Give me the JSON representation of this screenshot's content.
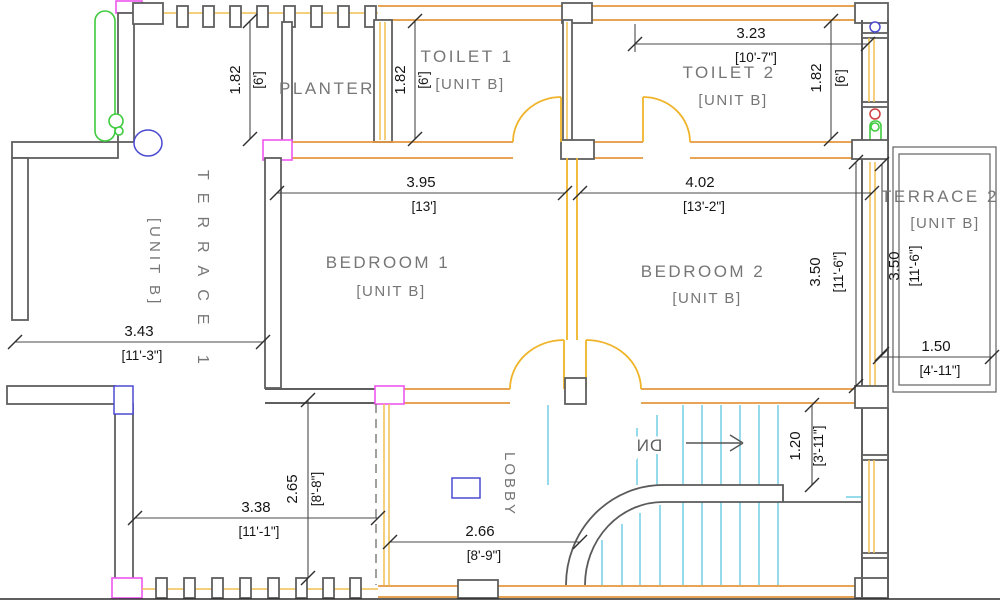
{
  "plan": {
    "unit_label": "[UNIT B]",
    "rooms": {
      "planter": "PLANTER",
      "toilet1": "TOILET 1",
      "toilet2": "TOILET 2",
      "bedroom1": "BEDROOM 1",
      "bedroom2": "BEDROOM 2",
      "terrace1": "TERRACE 1",
      "terrace2": "TERRACE 2",
      "lobby": "LOBBY"
    },
    "stairs_dn": "DN",
    "dims": {
      "planter_h": {
        "m": "1.82",
        "ft": "[6']"
      },
      "toilet1_h": {
        "m": "1.82",
        "ft": "[6']"
      },
      "toilet2_w": {
        "m": "3.23",
        "ft": "[10'-7\"]"
      },
      "toilet2_h": {
        "m": "1.82",
        "ft": "[6']"
      },
      "bed1_w": {
        "m": "3.95",
        "ft": "[13']"
      },
      "bed2_w": {
        "m": "4.02",
        "ft": "[13'-2\"]"
      },
      "bed2_h": {
        "m": "3.50",
        "ft": "[11'-6\"]"
      },
      "ter2_h": {
        "m": "3.50",
        "ft": "[11'-6\"]"
      },
      "ter2_w": {
        "m": "1.50",
        "ft": "[4'-11\"]"
      },
      "ter1_w": {
        "m": "3.43",
        "ft": "[11'-3\"]"
      },
      "ter1_w2": {
        "m": "3.38",
        "ft": "[11'-1\"]"
      },
      "ter1_h": {
        "m": "2.65",
        "ft": "[8'-8\"]"
      },
      "lobby_w": {
        "m": "2.66",
        "ft": "[8'-9\"]"
      },
      "stair_w": {
        "m": "1.20",
        "ft": "[3'-11\"]"
      }
    },
    "colors": {
      "wall": "#5f5f5f",
      "wall_orange": "#e2973b",
      "railing_yellow": "#f0c050",
      "door_yellow": "#f0b42a",
      "stair_cyan": "#72cfe4",
      "door_green": "#3ecb3e",
      "column_blue": "#4a4ad0",
      "column_magenta": "#ee55ee",
      "marker_red": "#d04040",
      "dim_text": "#141414",
      "label_text": "#767676"
    }
  }
}
